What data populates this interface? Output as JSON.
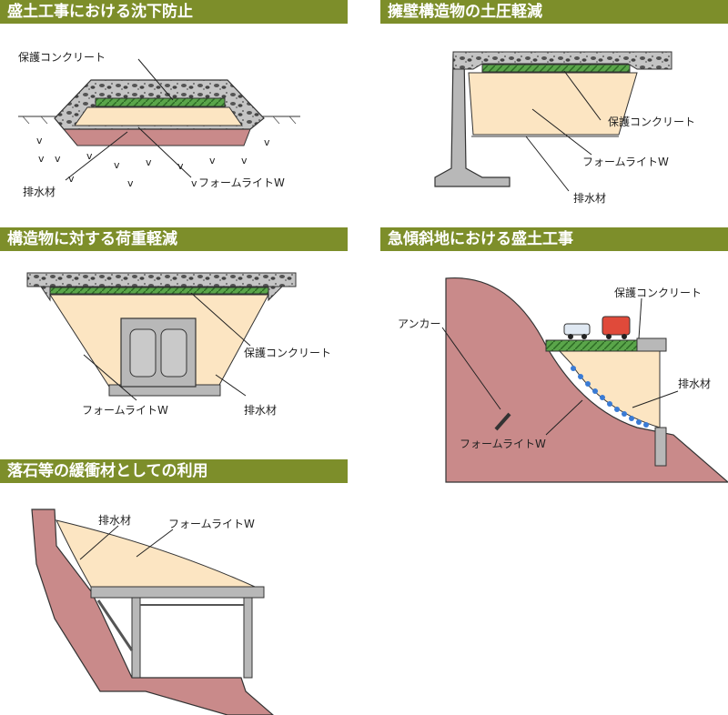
{
  "colors": {
    "title_bg": "#7d8e2a",
    "foam": "#fce5c2",
    "soil": "#c98a8a",
    "concrete_green": "#5aa54a",
    "gravel": "#b9b9b9",
    "steel": "#b8b8b8",
    "drain_blue": "#3a7bd5"
  },
  "panels": [
    {
      "id": "embankment",
      "title": "盛土工事における沈下防止",
      "labels": {
        "protect": "保護コンクリート",
        "foam": "フォームライトW",
        "drain": "排水材"
      }
    },
    {
      "id": "retaining-wall",
      "title": "擁壁構造物の土圧軽減",
      "labels": {
        "protect": "保護コンクリート",
        "foam": "フォームライトW",
        "drain": "排水材"
      }
    },
    {
      "id": "structure-load",
      "title": "構造物に対する荷重軽減",
      "labels": {
        "protect": "保護コンクリート",
        "foam": "フォームライトW",
        "drain": "排水材"
      }
    },
    {
      "id": "steep-slope",
      "title": "急傾斜地における盛土工事",
      "labels": {
        "protect": "保護コンクリート",
        "anchor": "アンカー",
        "drain": "排水材",
        "foam": "フォームライトW"
      }
    },
    {
      "id": "rockfall",
      "title": "落石等の緩衝材としての利用",
      "labels": {
        "drain": "排水材",
        "foam": "フォームライトW"
      }
    }
  ]
}
